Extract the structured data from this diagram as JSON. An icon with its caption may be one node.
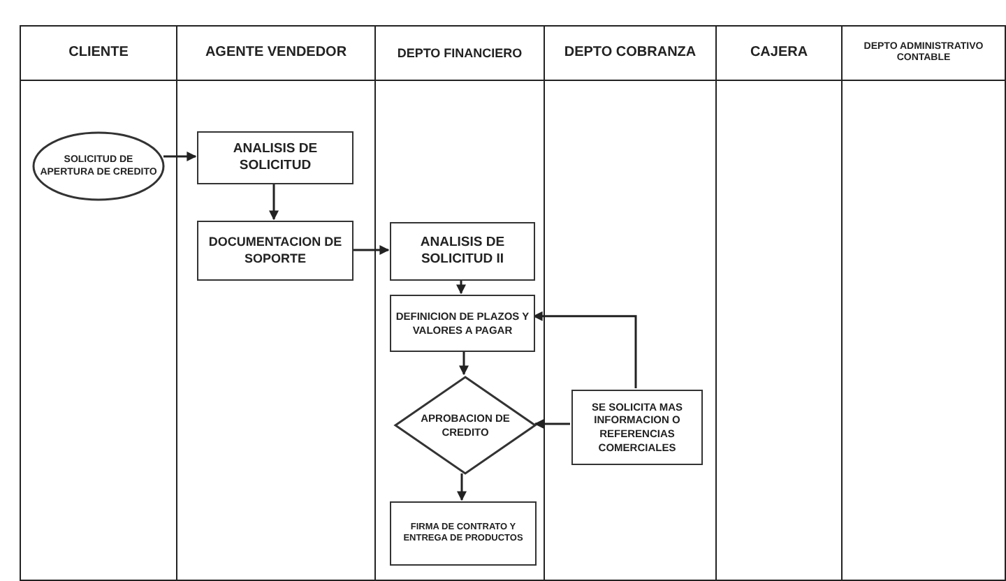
{
  "diagram": {
    "nodes": [
      {
        "text": [
          "CLIENTE"
        ]
      },
      {
        "text": [
          "AGENTE VENDEDOR"
        ]
      },
      {
        "text": [
          "DEPTO FINANCIERO"
        ]
      },
      {
        "text": [
          "DEPTO COBRANZA"
        ]
      },
      {
        "text": [
          "CAJERA"
        ]
      },
      {
        "text": [
          "DEPTO ADMINISTRATIVO CONTABLE"
        ]
      },
      {
        "text": [
          "SOLICITUD DE APERTURA DE CREDITO"
        ],
        "in": 0
      },
      {
        "text": [
          "ANALISIS DE SOLICITUD"
        ],
        "in": 1
      },
      {
        "text": [
          "DOCUMENTACION DE SOPORTE"
        ],
        "in": 1
      },
      {
        "text": [
          "ANALISIS DE SOLICITUD II"
        ],
        "in": 2
      },
      {
        "text": [
          "DEFINICION DE PLAZOS Y VALORES A PAGAR"
        ],
        "in": 2
      },
      {
        "text": [
          "APROBACION DE CREDITO"
        ],
        "in": 2
      },
      {
        "text": [
          "SE SOLICITA MAS INFORMACION O REFERENCIAS COMERCIALES"
        ],
        "in": 3
      },
      {
        "text": [
          "FIRMA DE CONTRATO Y ENTREGA DE PRODUCTOS"
        ],
        "in": 2
      }
    ],
    "edges": [
      {
        "from": 6,
        "to": 7,
        "arrow": "to"
      },
      {
        "from": 7,
        "to": 8,
        "arrow": "to"
      },
      {
        "from": 8,
        "to": 9,
        "arrow": "to"
      },
      {
        "from": 9,
        "to": 10,
        "arrow": "to"
      },
      {
        "from": 10,
        "to": 11,
        "arrow": "to"
      },
      {
        "from": 12,
        "to": 11,
        "arrow": "to"
      },
      {
        "from": 12,
        "to": 10,
        "arrow": "to"
      },
      {
        "from": 11,
        "to": 13,
        "arrow": "to"
      }
    ]
  }
}
